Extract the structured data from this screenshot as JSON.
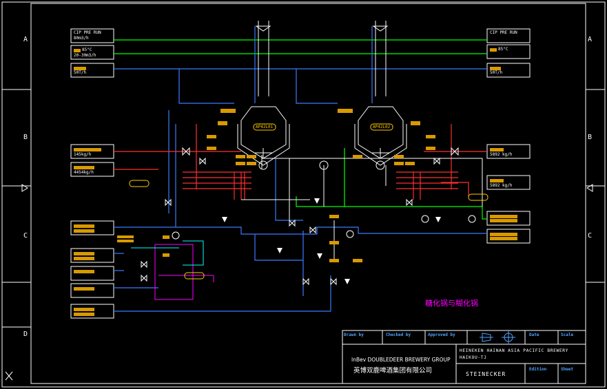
{
  "colors": {
    "frame": "#ffffff",
    "cyan_line": "#00ffff",
    "green_line": "#00ff00",
    "blue_line": "#3b7bff",
    "red_line": "#ff3030",
    "magenta": "#ff00ff",
    "yellow": "#ffcc00",
    "white": "#ffffff",
    "orange_bar": "#d99a00"
  },
  "row_letters": [
    "A",
    "B",
    "C",
    "D"
  ],
  "left_boxes": [
    {
      "line1": "CIP PRE RUN",
      "line2": "80m3/h"
    },
    {
      "line1": "85°C",
      "line2": "20-30m3/h"
    },
    {
      "line1": "50T/h",
      "line2": ""
    },
    {
      "line1": "145kg/h",
      "line2": ""
    },
    {
      "line1": "4454kg/h",
      "line2": ""
    },
    {
      "line1": "",
      "line2": ""
    },
    {
      "line1": "",
      "line2": ""
    },
    {
      "line1": "",
      "line2": ""
    },
    {
      "line1": "",
      "line2": ""
    },
    {
      "line1": "",
      "line2": ""
    }
  ],
  "right_boxes": [
    {
      "line1": "CIP PRE RUN",
      "line2": ""
    },
    {
      "line1": "85°C",
      "line2": ""
    },
    {
      "line1": "50T/h",
      "line2": ""
    },
    {
      "line1": "5892 kg/h",
      "line2": ""
    },
    {
      "line1": "5892 kg/h",
      "line2": ""
    },
    {
      "line1": "",
      "line2": ""
    }
  ],
  "vessel_tags": [
    "AP42L01",
    "AP42L02"
  ],
  "drawing_title_cn": "糖化锅与糊化锅",
  "title_block": {
    "drawn_by": "Drawn by",
    "checked_by": "Checked by",
    "approved_by": "Approved by",
    "date": "Date",
    "scale": "Scale",
    "edition": "Edition",
    "sheet": "Sheet",
    "company_en": "InBev DOUBLEDEER BREWERY GROUP",
    "company_cn": "英博双鹿啤酒集团有限公司",
    "project_line1": "HEINEKEN HAINAN ASIA PACIFIC BREWERY",
    "project_line2": "HAIKOU-TJ",
    "supplier": "STEINECKER"
  },
  "icons": [
    "close-icon",
    "projection-symbol-icon",
    "crosshair-icon"
  ]
}
